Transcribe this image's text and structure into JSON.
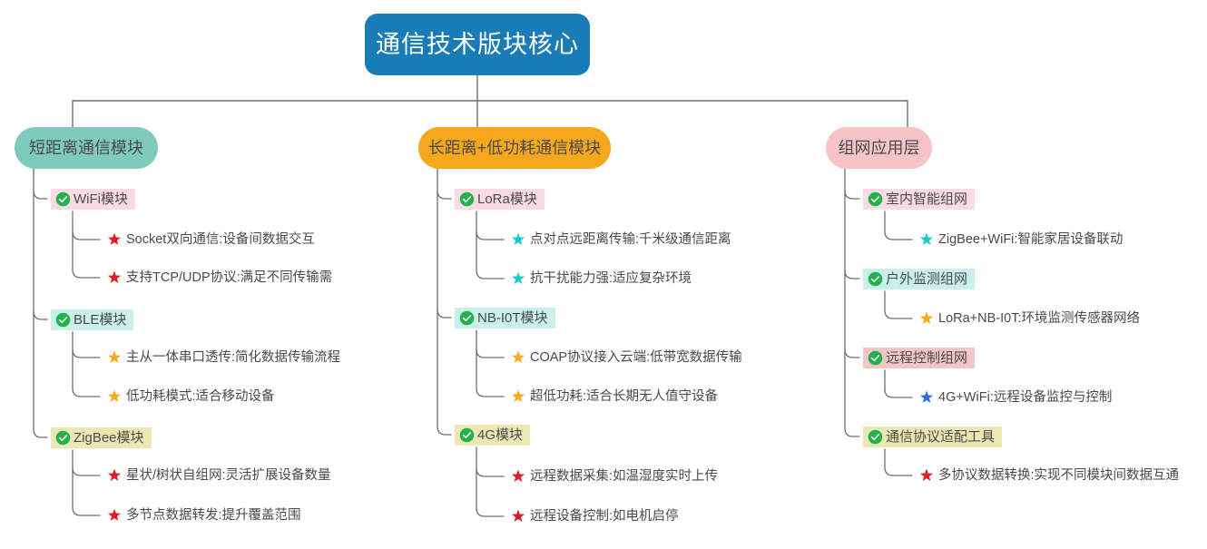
{
  "diagram": {
    "title": "通信技术版块核心",
    "type": "mindmap",
    "colors": {
      "root_bg": "#1a7cb7",
      "root_text": "#ffffff",
      "branch_teal": "#7ecabd",
      "branch_orange": "#f5a81c",
      "branch_pink": "#f6c3c6",
      "chip_pink": "#fadbe4",
      "chip_cyan": "#c9f0ea",
      "chip_yellow": "#ece8b3",
      "chip_rose": "#f2c6c6",
      "star_red": "#d81f27",
      "star_orange": "#f7a81b",
      "star_cyan": "#1ec9cd",
      "star_blue": "#2b6fe8",
      "check_green": "#22b14c",
      "connector": "#6f6f6f",
      "text": "#4a4a4a"
    }
  },
  "root": {
    "label": "通信技术版块核心"
  },
  "branches": [
    {
      "label": "短距离通信模块",
      "color": "#7ecabd",
      "children": [
        {
          "label": "WiFi模块",
          "chip": "#fadbe4",
          "icon": "check-circle-icon",
          "leaves": [
            {
              "label": "Socket双向通信:设备间数据交互",
              "icon": "star-icon",
              "star": "#d81f27"
            },
            {
              "label": "支持TCP/UDP协议:满足不同传输需",
              "icon": "star-icon",
              "star": "#d81f27"
            }
          ]
        },
        {
          "label": "BLE模块",
          "chip": "#c9f0ea",
          "icon": "check-circle-icon",
          "leaves": [
            {
              "label": "主从一体串口透传:简化数据传输流程",
              "icon": "star-icon",
              "star": "#f7a81b"
            },
            {
              "label": "低功耗模式:适合移动设备",
              "icon": "star-icon",
              "star": "#f7a81b"
            }
          ]
        },
        {
          "label": "ZigBee模块",
          "chip": "#ece8b3",
          "icon": "check-circle-icon",
          "leaves": [
            {
              "label": "星状/树状自组网:灵活扩展设备数量",
              "icon": "star-icon",
              "star": "#d81f27"
            },
            {
              "label": "多节点数据转发:提升覆盖范围",
              "icon": "star-icon",
              "star": "#d81f27"
            }
          ]
        }
      ]
    },
    {
      "label": "长距离+低功耗通信模块",
      "color": "#f5a81c",
      "children": [
        {
          "label": "LoRa模块",
          "chip": "#fadbe4",
          "icon": "check-circle-icon",
          "leaves": [
            {
              "label": "点对点远距离传输:千米级通信距离",
              "icon": "star-icon",
              "star": "#1ec9cd"
            },
            {
              "label": "抗干扰能力强:适应复杂环境",
              "icon": "star-icon",
              "star": "#1ec9cd"
            }
          ]
        },
        {
          "label": "NB-I0T模块",
          "chip": "#c9f0ea",
          "icon": "check-circle-icon",
          "leaves": [
            {
              "label": "COAP协议接入云端:低带宽数据传输",
              "icon": "star-icon",
              "star": "#f7a81b"
            },
            {
              "label": "超低功耗:适合长期无人值守设备",
              "icon": "star-icon",
              "star": "#f7a81b"
            }
          ]
        },
        {
          "label": "4G模块",
          "chip": "#ece8b3",
          "icon": "check-circle-icon",
          "leaves": [
            {
              "label": "远程数据采集:如温湿度实时上传",
              "icon": "star-icon",
              "star": "#d81f27"
            },
            {
              "label": "远程设备控制:如电机启停",
              "icon": "star-icon",
              "star": "#d81f27"
            }
          ]
        }
      ]
    },
    {
      "label": "组网应用层",
      "color": "#f6c3c6",
      "children": [
        {
          "label": "室内智能组网",
          "chip": "#fadbe4",
          "icon": "check-circle-icon",
          "leaves": [
            {
              "label": "ZigBee+WiFi:智能家居设备联动",
              "icon": "star-icon",
              "star": "#1ec9cd"
            }
          ]
        },
        {
          "label": "户外监测组网",
          "chip": "#c9f0ea",
          "icon": "check-circle-icon",
          "leaves": [
            {
              "label": "LoRa+NB-I0T:环境监测传感器网络",
              "icon": "star-icon",
              "star": "#f7a81b"
            }
          ]
        },
        {
          "label": "远程控制组网",
          "chip": "#f2c6c6",
          "icon": "check-circle-icon",
          "leaves": [
            {
              "label": "4G+WiFi:远程设备监控与控制",
              "icon": "star-icon",
              "star": "#2b6fe8"
            }
          ]
        },
        {
          "label": "通信协议适配工具",
          "chip": "#ece8b3",
          "icon": "check-circle-icon",
          "leaves": [
            {
              "label": "多协议数据转换:实现不同模块间数据互通",
              "icon": "star-icon",
              "star": "#d81f27"
            }
          ]
        }
      ]
    }
  ]
}
